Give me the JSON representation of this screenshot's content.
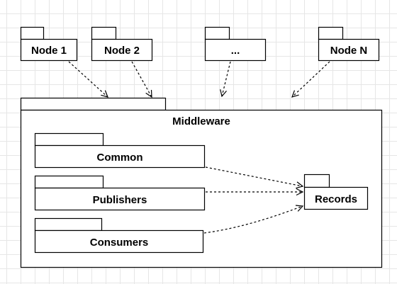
{
  "nodes": [
    {
      "label": "Node 1"
    },
    {
      "label": "Node 2"
    },
    {
      "label": "..."
    },
    {
      "label": "Node N"
    }
  ],
  "middleware": {
    "title": "Middleware",
    "packages": [
      {
        "label": "Common"
      },
      {
        "label": "Publishers"
      },
      {
        "label": "Consumers"
      }
    ],
    "records": {
      "label": "Records"
    }
  },
  "colors": {
    "stroke": "#000000",
    "fill": "#ffffff",
    "grid": "#e6e6e6"
  }
}
